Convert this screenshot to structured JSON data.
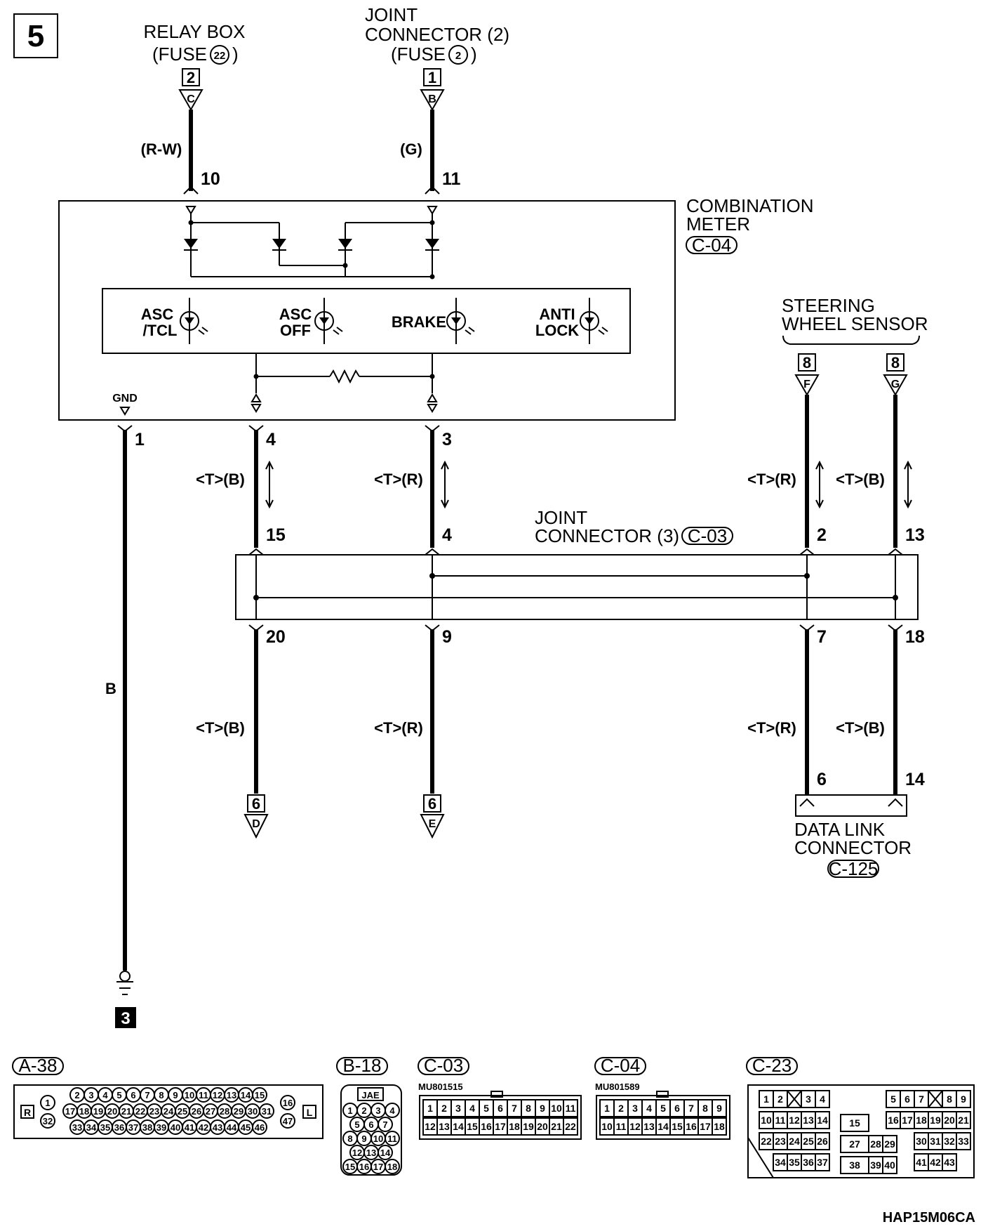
{
  "page_number": "5",
  "top_connectors": {
    "relay_box": {
      "line1": "RELAY BOX",
      "line2": "(FUSE",
      "fuse_no": "22",
      "ref_no": "2",
      "ref_letter": "C",
      "wire_color": "(R-W)",
      "pin": "10"
    },
    "joint_connector_2": {
      "line1": "JOINT",
      "line2": "CONNECTOR (2)",
      "line3": "(FUSE",
      "fuse_no": "2",
      "ref_no": "1",
      "ref_letter": "B",
      "wire_color": "(G)",
      "pin": "11"
    }
  },
  "combination_meter": {
    "line1": "COMBINATION",
    "line2": "METER",
    "connector_id": "C-04",
    "gnd_label": "GND",
    "lamps": [
      {
        "line1": "ASC",
        "line2": "/TCL"
      },
      {
        "line1": "ASC",
        "line2": "OFF"
      },
      {
        "line1": "",
        "line2": "BRAKE"
      },
      {
        "line1": "ANTI",
        "line2": "LOCK"
      }
    ],
    "bottom_pins": [
      "1",
      "4",
      "3"
    ]
  },
  "steering_wheel_sensor": {
    "line1": "STEERING",
    "line2": "WHEEL SENSOR",
    "refs": [
      {
        "no": "8",
        "letter": "F"
      },
      {
        "no": "8",
        "letter": "G"
      }
    ]
  },
  "joint_connector_3": {
    "line1": "JOINT",
    "line2": "CONNECTOR (3)",
    "connector_id": "C-03",
    "top_pins": [
      "15",
      "4",
      "2",
      "13"
    ],
    "bottom_pins": [
      "20",
      "9",
      "7",
      "18"
    ]
  },
  "wire_labels": {
    "upper": [
      "<T>(B)",
      "<T>(R)",
      "<T>(R)",
      "<T>(B)"
    ],
    "lower": [
      "<T>(B)",
      "<T>(R)",
      "<T>(R)",
      "<T>(B)"
    ],
    "ground_wire": "B"
  },
  "bottom_refs": [
    {
      "no": "6",
      "letter": "D"
    },
    {
      "no": "6",
      "letter": "E"
    }
  ],
  "data_link_connector": {
    "line1": "DATA LINK",
    "line2": "CONNECTOR",
    "connector_id": "C-125",
    "pins": [
      "6",
      "14"
    ]
  },
  "ground_ref": "3",
  "connector_views": {
    "a38": {
      "id": "A-38",
      "left_mark": "R",
      "right_mark": "L",
      "row1": [
        "2",
        "3",
        "4",
        "5",
        "6",
        "7",
        "8",
        "9",
        "10",
        "11",
        "12",
        "13",
        "14",
        "15"
      ],
      "row2": [
        "17",
        "18",
        "19",
        "20",
        "21",
        "22",
        "23",
        "24",
        "25",
        "26",
        "27",
        "28",
        "29",
        "30",
        "31"
      ],
      "row3": [
        "33",
        "34",
        "35",
        "36",
        "37",
        "38",
        "39",
        "40",
        "41",
        "42",
        "43",
        "44",
        "45",
        "46"
      ],
      "left_pins": [
        "1",
        "32"
      ],
      "right_pins": [
        "16",
        "47"
      ]
    },
    "b18": {
      "id": "B-18",
      "maker": "JAE",
      "rows": [
        [
          "1",
          "2",
          "3",
          "4"
        ],
        [
          "5",
          "6",
          "7"
        ],
        [
          "8",
          "9",
          "10",
          "11"
        ],
        [
          "12",
          "13",
          "14"
        ],
        [
          "15",
          "16",
          "17",
          "18"
        ]
      ]
    },
    "c03": {
      "id": "C-03",
      "part": "MU801515",
      "row1": [
        "1",
        "2",
        "3",
        "4",
        "5",
        "6",
        "7",
        "8",
        "9",
        "10",
        "11"
      ],
      "row2": [
        "12",
        "13",
        "14",
        "15",
        "16",
        "17",
        "18",
        "19",
        "20",
        "21",
        "22"
      ]
    },
    "c04": {
      "id": "C-04",
      "part": "MU801589",
      "row1": [
        "1",
        "2",
        "3",
        "4",
        "5",
        "6",
        "7",
        "8",
        "9"
      ],
      "row2": [
        "10",
        "11",
        "12",
        "13",
        "14",
        "15",
        "16",
        "17",
        "18"
      ]
    },
    "c23": {
      "id": "C-23",
      "left_row1": [
        "1",
        "2",
        "",
        "3",
        "4"
      ],
      "left_row2": [
        "10",
        "11",
        "12",
        "13",
        "14"
      ],
      "left_row3": [
        "22",
        "23",
        "24",
        "25",
        "26"
      ],
      "left_row4": [
        "34",
        "35",
        "36",
        "37"
      ],
      "mid": [
        "15",
        "27",
        "28",
        "29",
        "38",
        "39",
        "40"
      ],
      "right_row1": [
        "5",
        "6",
        "7",
        "",
        "8",
        "9"
      ],
      "right_row2": [
        "16",
        "17",
        "18",
        "19",
        "20",
        "21"
      ],
      "right_row3": [
        "30",
        "31",
        "32",
        "33"
      ],
      "right_row4": [
        "41",
        "42",
        "43"
      ]
    }
  },
  "figure_code": "HAP15M06CA"
}
